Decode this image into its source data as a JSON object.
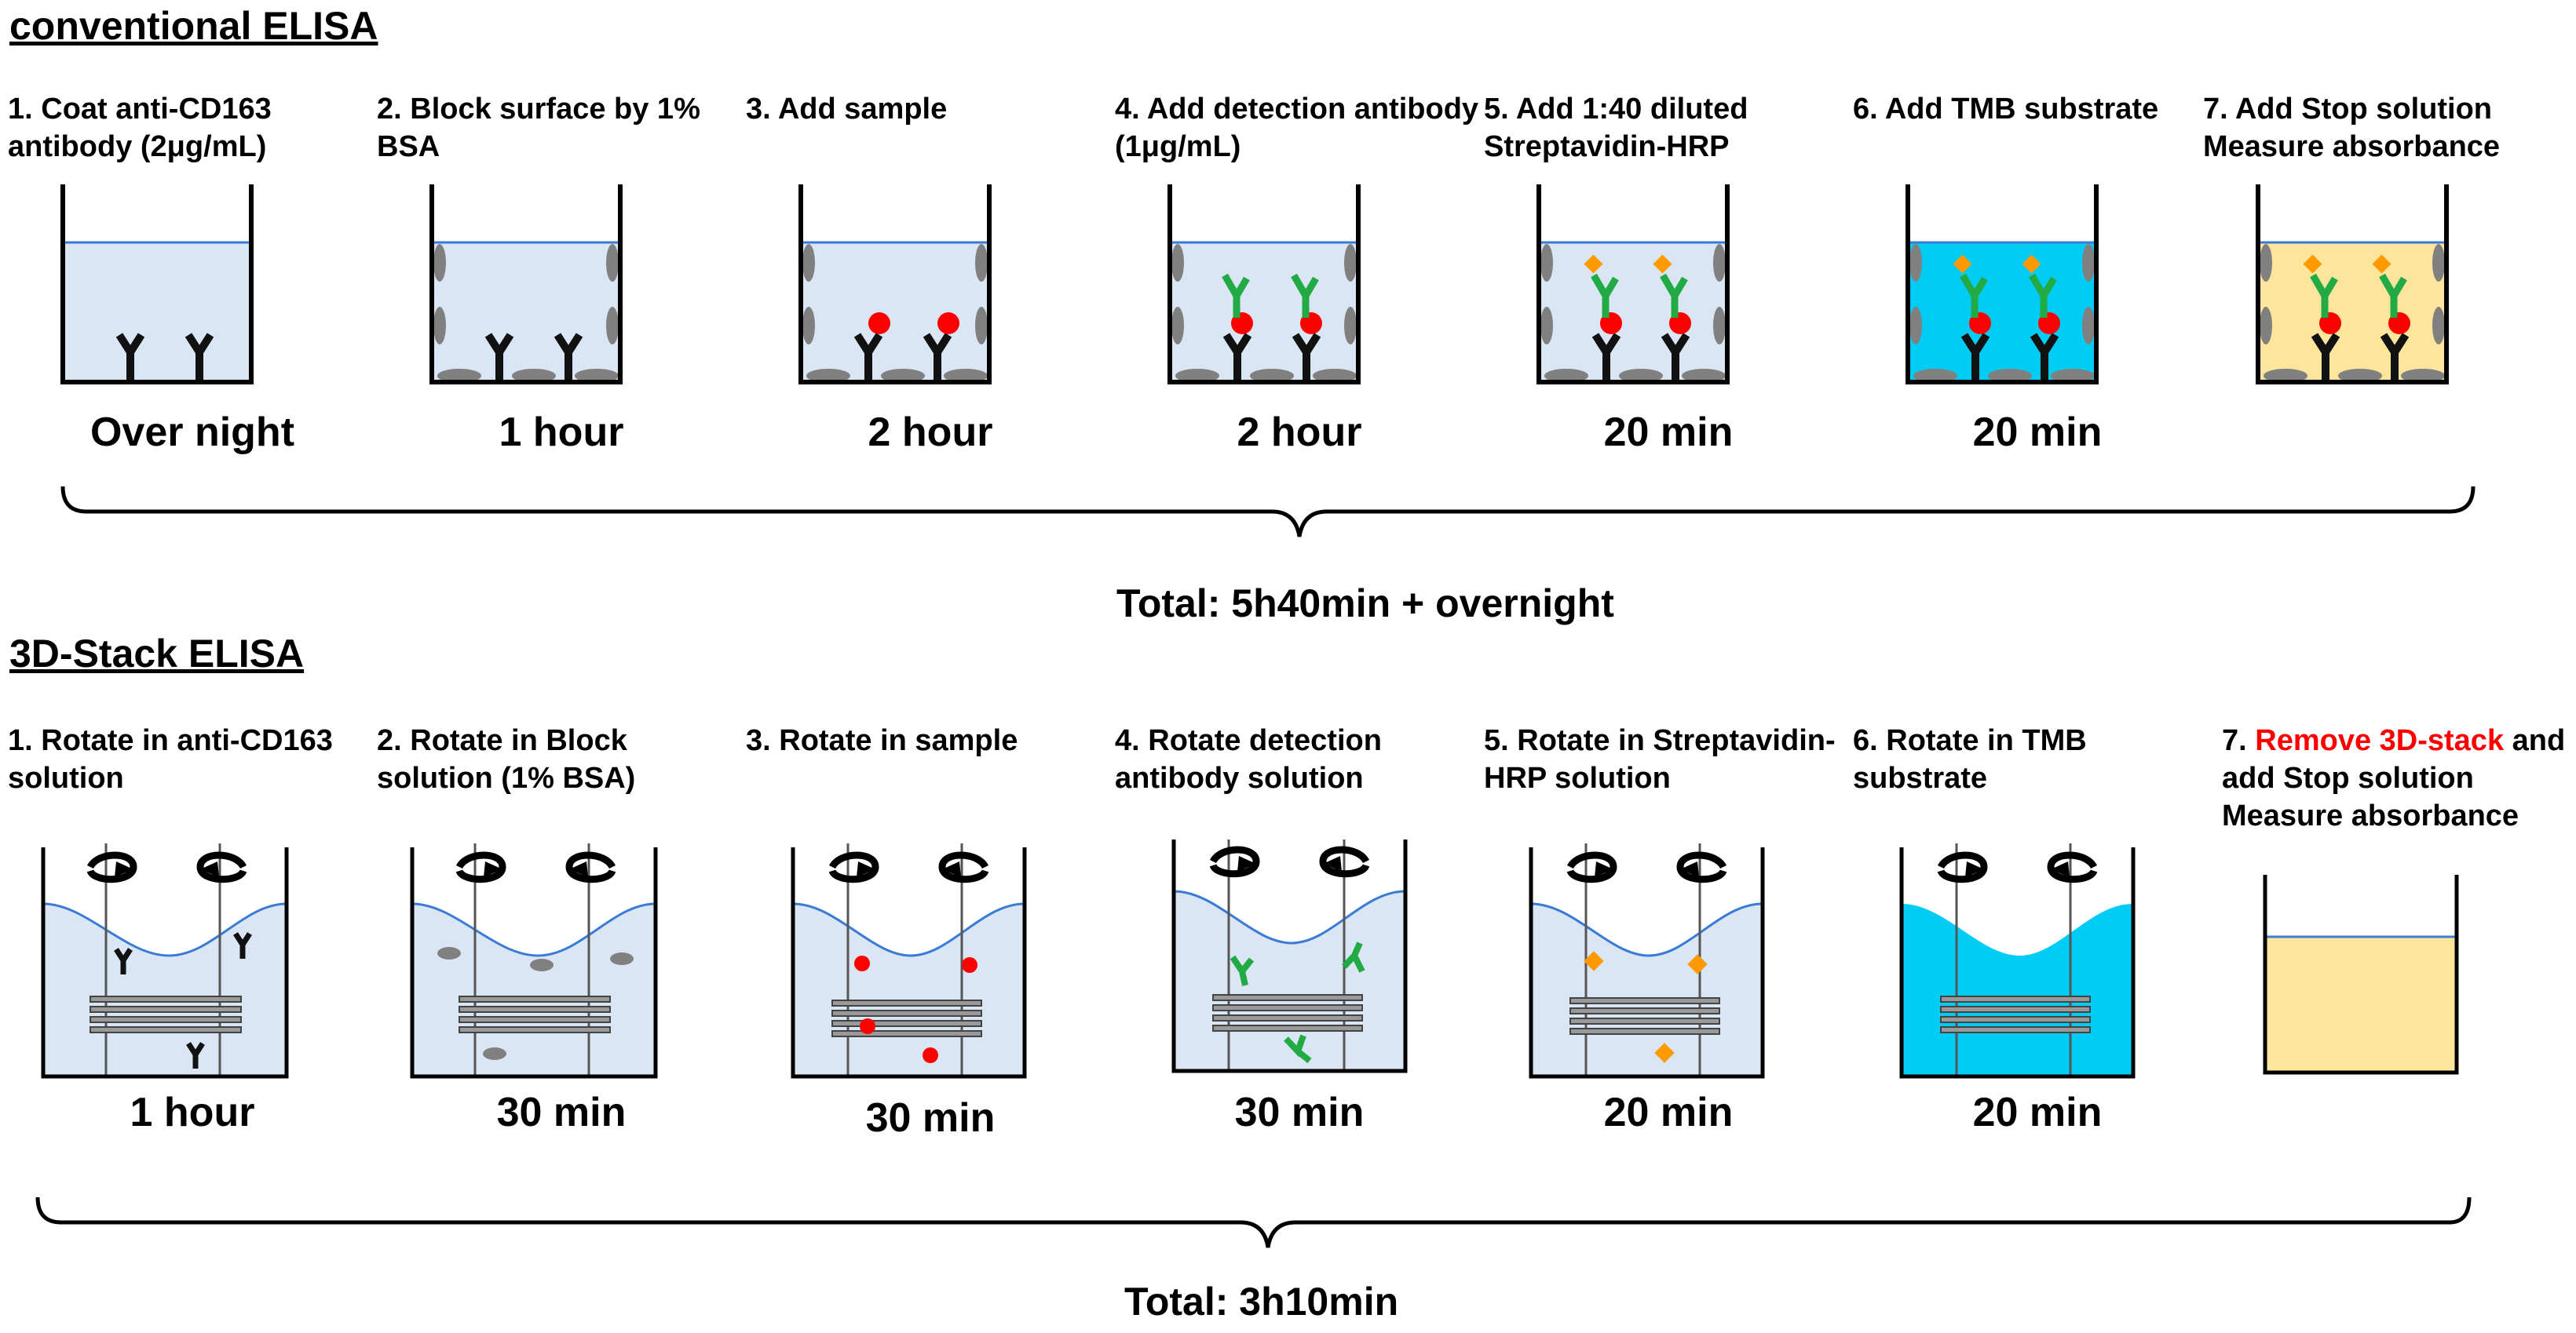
{
  "conventional": {
    "title": "conventional ELISA",
    "total": "Total: 5h40min + overnight",
    "steps": [
      {
        "label": "1. Coat anti-CD163 antibody (2μg/mL)",
        "time": "Over night",
        "liquid_color": "#dae6f4"
      },
      {
        "label": "2. Block surface by 1% BSA",
        "time": "1 hour",
        "liquid_color": "#dae6f4"
      },
      {
        "label": "3. Add sample",
        "time": "2 hour",
        "liquid_color": "#dae6f4"
      },
      {
        "label": "4. Add detection antibody (1μg/mL)",
        "time": "2 hour",
        "liquid_color": "#dae6f4"
      },
      {
        "label": "5. Add 1:40 diluted Streptavidin-HRP",
        "time": "20 min",
        "liquid_color": "#dae6f4"
      },
      {
        "label": "6. Add TMB substrate",
        "time": "20 min",
        "liquid_color": "#00ccf5"
      },
      {
        "label": "7. Add Stop solution Measure absorbance",
        "time": "",
        "liquid_color": "#fde59c"
      }
    ]
  },
  "stack": {
    "title": "3D-Stack ELISA",
    "total": "Total: 3h10min",
    "steps": [
      {
        "label": "1. Rotate in anti-CD163 solution",
        "time": "1 hour",
        "liquid_color": "#dae6f4"
      },
      {
        "label": "2. Rotate in Block solution (1% BSA)",
        "time": "30 min",
        "liquid_color": "#dae6f4"
      },
      {
        "label": "3. Rotate in sample",
        "time": "30 min",
        "liquid_color": "#dae6f4"
      },
      {
        "label": "4. Rotate detection antibody solution",
        "time": "30 min",
        "liquid_color": "#dae6f4"
      },
      {
        "label": "5. Rotate in Streptavidin-HRP solution",
        "time": "20 min",
        "liquid_color": "#dae6f4"
      },
      {
        "label": "6. Rotate in TMB substrate",
        "time": "20 min",
        "liquid_color": "#00ccf5"
      },
      {
        "label_prefix": "7. ",
        "label_highlight": "Remove 3D-stack",
        "label_rest": " and add Stop solution Measure absorbance",
        "time": "",
        "liquid_color": "#fde59c"
      }
    ]
  },
  "colors": {
    "highlight": "#ff0000",
    "blocker": "#808080",
    "antigen": "#ff0000",
    "detection_antibody": "#22aa44",
    "hrp": "#ff9900",
    "capture_antibody": "#111111",
    "liquid_surface": "#3a7bd5"
  }
}
